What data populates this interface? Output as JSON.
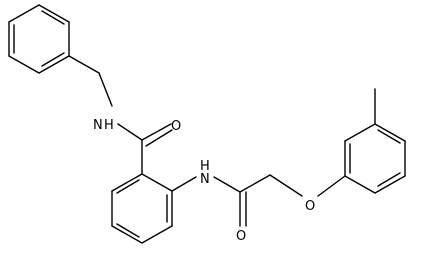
{
  "molecule": {
    "atom_labels": {
      "amide_nh_left": "N",
      "amide_h_left": "H",
      "carbonyl_o_upper": "O",
      "amide_nh_right_h": "H",
      "amide_nh_right_n": "N",
      "ether_o": "O",
      "carbonyl_o_lower": "O"
    }
  }
}
